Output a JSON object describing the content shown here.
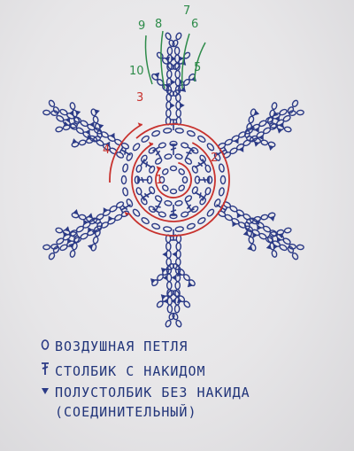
{
  "diagram": {
    "round_numbers": [
      "1",
      "2",
      "3",
      "4"
    ],
    "branch_numbers": [
      "5",
      "6",
      "7",
      "8",
      "9",
      "10"
    ],
    "colors": {
      "ink_blue": "#2b3a86",
      "ink_red": "#c8322e",
      "ink_green": "#2e8b4a",
      "paper": "#eceaec"
    }
  },
  "legend": {
    "items": [
      {
        "symbol_icon": "chain-stitch-icon",
        "label": "ВОЗДУШНАЯ ПЕТЛЯ"
      },
      {
        "symbol_icon": "double-crochet-icon",
        "label": "СТОЛБИК С НАКИДОМ"
      },
      {
        "symbol_icon": "slip-stitch-icon",
        "label": "ПОЛУСТОЛБИК БЕЗ НАКИДА"
      }
    ],
    "note": "(СОЕДИНИТЕЛЬНЫЙ)"
  }
}
